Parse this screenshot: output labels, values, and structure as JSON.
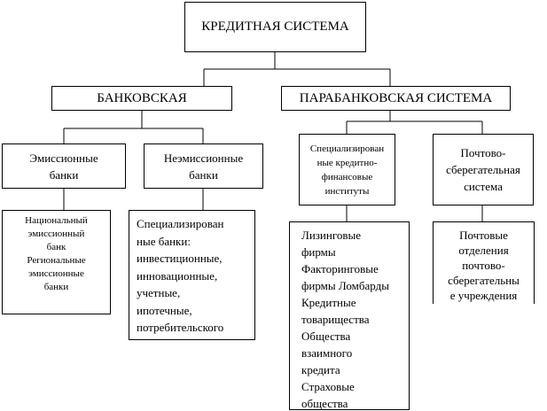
{
  "diagram": {
    "root": {
      "label": "КРЕДИТНАЯ СИСТЕМА"
    },
    "banking": {
      "label": "БАНКОВСКАЯ",
      "emission": {
        "label_lines": [
          "Эмиссионные",
          "банки"
        ],
        "detail_lines": [
          "Национальный",
          "эмиссионный",
          "банк",
          "Региональные",
          "эмиссионные",
          "банки"
        ]
      },
      "non_emission": {
        "label_lines": [
          "Неэмиссионные",
          "банки"
        ],
        "detail_lines": [
          "Специализирован",
          "ные банки:",
          "инвестиционные,",
          "инновационные,",
          "учетные,",
          "ипотечные,",
          "потребительского"
        ]
      }
    },
    "parabanking": {
      "label": "ПАРАБАНКОВСКАЯ СИСТЕМА",
      "specialized": {
        "label_lines": [
          "Специализирован",
          "ные кредитно-",
          "финансовые",
          "институты"
        ],
        "detail_lines": [
          "Лизинговые",
          "фирмы",
          "Факторинговые",
          "фирмы Ломбарды",
          "Кредитные",
          "товарищества",
          "Общества",
          "взаимного",
          "кредита",
          "Страховые",
          "общества"
        ]
      },
      "postal": {
        "label_lines": [
          "Почтово-",
          "сберегательная",
          "система"
        ],
        "detail_lines": [
          "Почтовые",
          "отделения",
          "почтово-",
          "сберегательны",
          "е учреждения"
        ]
      }
    }
  }
}
